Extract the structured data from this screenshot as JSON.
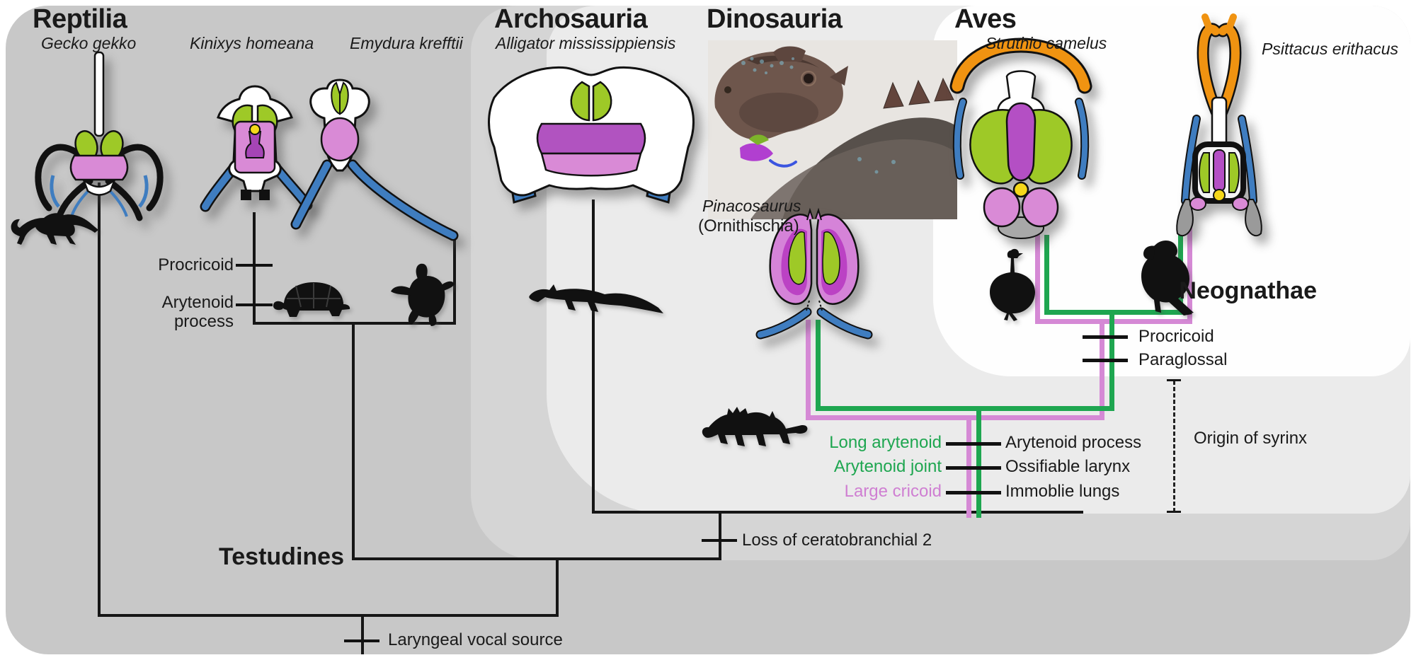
{
  "clades": {
    "reptilia": "Reptilia",
    "archosauria": "Archosauria",
    "dinosauria": "Dinosauria",
    "aves": "Aves",
    "testudines": "Testudines",
    "neognathae": "Neognathae"
  },
  "species": {
    "gecko": "Gecko gekko",
    "kinixys": "Kinixys homeana",
    "emydura": "Emydura krefftii",
    "alligator": "Alligator mississippiensis",
    "pinacosaurus_name": "Pinacosaurus",
    "pinacosaurus_group": "(Ornithischia)",
    "ostrich": "Struthio camelus",
    "parrot": "Psittacus erithacus"
  },
  "node_labels": {
    "testudines_branch": [
      "Procricoid",
      "Arytenoid process"
    ],
    "archosauria_node": "Loss of ceratobranchial 2",
    "root_node": "Laryngeal vocal source",
    "aves_branch": [
      "Procricoid",
      "Paraglossal"
    ],
    "syrinx_annotation": "Origin of syrinx",
    "dino_bird_branch_left": [
      "Long arytenoid",
      "Arytenoid joint",
      "Large cricoid"
    ],
    "dino_bird_branch_right": [
      "Arytenoid process",
      "Ossifiable larynx",
      "Immoblie lungs"
    ]
  },
  "colors": {
    "arytenoid_green": "#9ec927",
    "cricoid_pink": "#d98ad6",
    "deep_purple": "#a94fc0",
    "hyoid_blue": "#3f7dc0",
    "paraglossal_orange": "#f09311",
    "joint_yellow": "#f5d81a",
    "branch_green": "#1ea650",
    "branch_pink": "#d589d5",
    "panel_reptilia": "#c8c8c8",
    "panel_archosauria": "#d5d5d5",
    "panel_dinosauria": "#ebebeb",
    "panel_aves": "#fefefe"
  },
  "illustrations": [
    "gecko-larynx-illustration",
    "kinixys-larynx-illustration",
    "emydura-larynx-illustration",
    "alligator-larynx-illustration",
    "pinacosaurus-larynx-illustration",
    "ostrich-larynx-illustration",
    "parrot-larynx-illustration",
    "pinacosaurus-photo",
    "gecko-silhouette-icon",
    "tortoise-silhouette-icon",
    "turtle-silhouette-icon",
    "alligator-silhouette-icon",
    "ankylosaur-silhouette-icon",
    "ostrich-silhouette-icon",
    "parrot-silhouette-icon"
  ]
}
